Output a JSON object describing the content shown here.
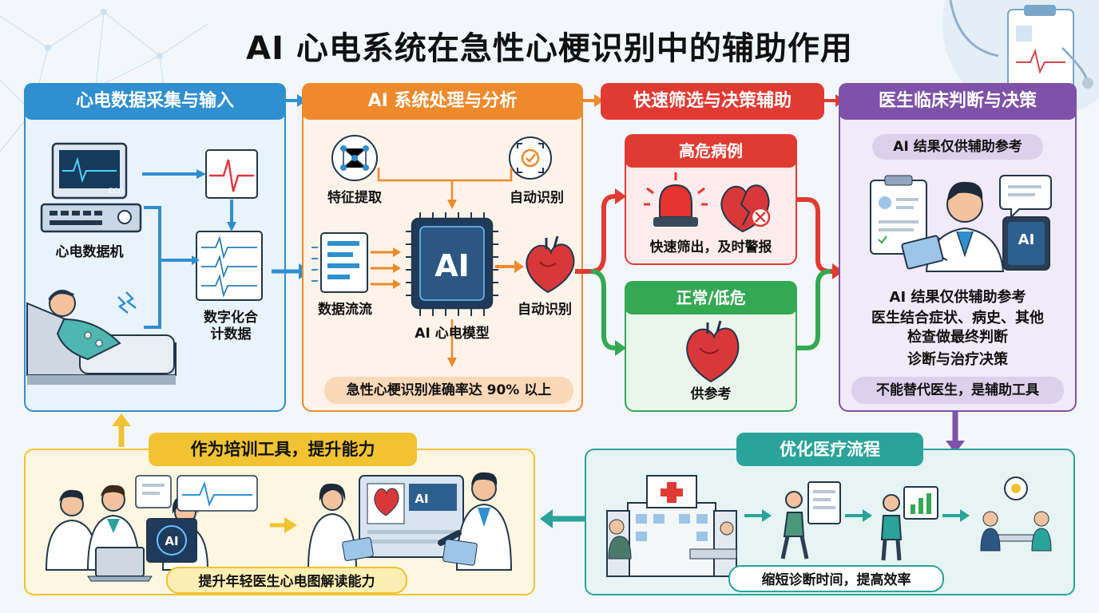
{
  "title": "AI 心电系统在急性心梗识别中的辅助作用",
  "panels": {
    "acquisition": {
      "title": "心电数据采集与输入",
      "machine_label": "心电数据机",
      "digitize_label": "数字化合计数据",
      "screen_code": "ECG"
    },
    "ai": {
      "title": "AI 系统处理与分析",
      "feature_label": "特征提取",
      "auto_label_top": "自动识别",
      "stream_label": "数据流流",
      "chip_text": "AI",
      "model_label": "AI 心电模型",
      "auto_label_heart": "自动识别",
      "accuracy": "急性心梗识别准确率达 90% 以上"
    },
    "screening": {
      "title": "快速筛选与决策辅助",
      "high_risk_title": "高危病例",
      "high_risk_desc": "快速筛出，及时警报",
      "normal_title": "正常/低危",
      "normal_desc": "供参考"
    },
    "doctor": {
      "title": "医生临床判断与决策",
      "top_pill": "AI 结果仅供辅助参考",
      "tablet_text": "AI",
      "line1": "AI 结果仅供辅助参考",
      "line2": "医生结合症状、病史、其他",
      "line3": "检查做最终判断",
      "line4": "诊断与治疗决策",
      "bottom_pill": "不能替代医生，是辅助工具"
    },
    "workflow": {
      "title": "优化医疗流程",
      "pill": "缩短诊断时间，提高效率"
    },
    "training": {
      "title": "作为培训工具，提升能力",
      "laptop_text": "AI",
      "screen_text": "AI",
      "pill": "提升年轻医生心电图解读能力"
    }
  },
  "colors": {
    "blue": "#2f8fcf",
    "orange": "#ee8a2c",
    "red": "#e03b32",
    "green": "#34a853",
    "purple": "#7d52a8",
    "teal": "#2aa39a",
    "yellow": "#f1c232"
  },
  "icons": [
    "ecg-machine-icon",
    "patient-icon",
    "ecg-strip-icon",
    "ecg-grid-icon",
    "network-icon",
    "target-check-icon",
    "ai-chip-icon",
    "heart-icon",
    "alarm-icon",
    "broken-heart-icon",
    "doctor-icon",
    "clipboard-icon",
    "tablet-icon",
    "hospital-icon",
    "doctors-group-icon"
  ]
}
